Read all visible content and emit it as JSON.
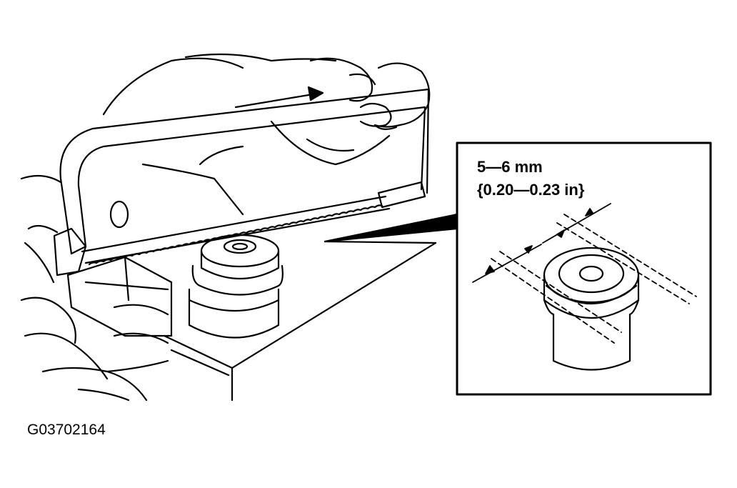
{
  "figure": {
    "id_code": "G03702164"
  },
  "detail_callout": {
    "dimension_mm": "5—6 mm",
    "dimension_in": "{0.20—0.23 in}"
  },
  "colors": {
    "ink": "#000000",
    "paper": "#ffffff"
  }
}
